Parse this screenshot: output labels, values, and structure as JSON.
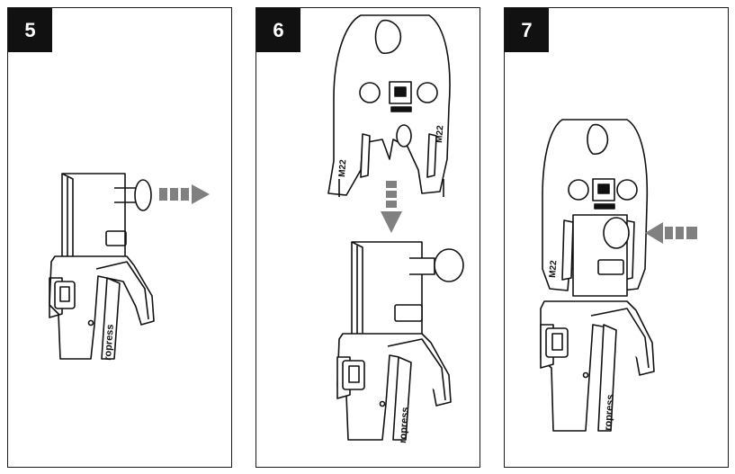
{
  "steps": [
    {
      "number": "5"
    },
    {
      "number": "6"
    },
    {
      "number": "7"
    }
  ],
  "jaw": {
    "size_label": "M22"
  },
  "handle": {
    "brand_text": "ropress"
  },
  "colors": {
    "line": "#111111",
    "arrow": "#808080",
    "background": "#ffffff"
  }
}
